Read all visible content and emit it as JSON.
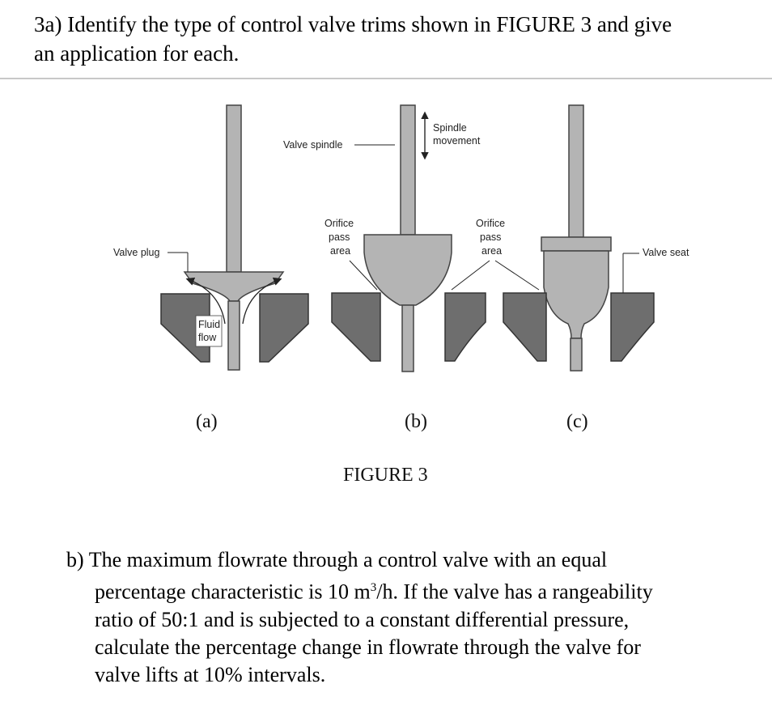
{
  "question_a": {
    "line1": "3a) Identify the type of control valve trims shown in FIGURE 3 and give",
    "line2": "an application for each."
  },
  "figure": {
    "labels": {
      "valve_spindle": "Valve spindle",
      "spindle_movement_1": "Spindle",
      "spindle_movement_2": "movement",
      "orifice_a_1": "Orifice",
      "orifice_a_2": "pass",
      "orifice_a_3": "area",
      "orifice_b_1": "Orifice",
      "orifice_b_2": "pass",
      "orifice_b_3": "area",
      "valve_plug": "Valve plug",
      "valve_seat": "Valve seat",
      "fluid_1": "Fluid",
      "fluid_2": "flow"
    },
    "sub_captions": [
      "(a)",
      "(b)",
      "(c)"
    ],
    "caption": "FIGURE 3",
    "colors": {
      "metal": "#b4b4b4",
      "seat": "#6e6e6e",
      "outline": "#3c3c3c"
    }
  },
  "question_b": {
    "prefix": "b) The maximum flowrate through a control valve with an equal",
    "line2": "percentage characteristic is 10 m",
    "sup": "3",
    "line2_end": "/h. If the valve has a rangeability",
    "line3": "ratio of 50:1 and is subjected to a constant differential pressure,",
    "line4": "calculate the percentage change in flowrate through the valve for",
    "line5": "valve lifts at 10% intervals."
  }
}
